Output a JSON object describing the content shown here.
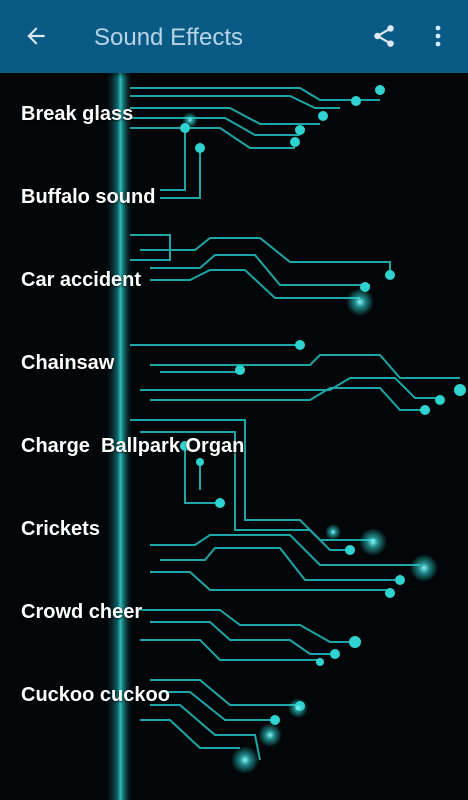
{
  "toolbar": {
    "title": "Sound Effects",
    "back_icon": "arrow-left-icon",
    "share_icon": "share-icon",
    "more_icon": "more-vertical-icon",
    "background": "#0a5a86",
    "title_color": "#b8d4e6"
  },
  "sounds": {
    "items": [
      {
        "label": "Break glass"
      },
      {
        "label": "Buffalo sound"
      },
      {
        "label": "Car accident"
      },
      {
        "label": "Chainsaw"
      },
      {
        "label": "Charge  Ballpark Organ"
      },
      {
        "label": "Crickets"
      },
      {
        "label": "Crowd cheer"
      },
      {
        "label": "Cuckoo cuckoo"
      }
    ]
  },
  "theme": {
    "circuit_color": "#2fd3d0",
    "background": "#020608"
  }
}
